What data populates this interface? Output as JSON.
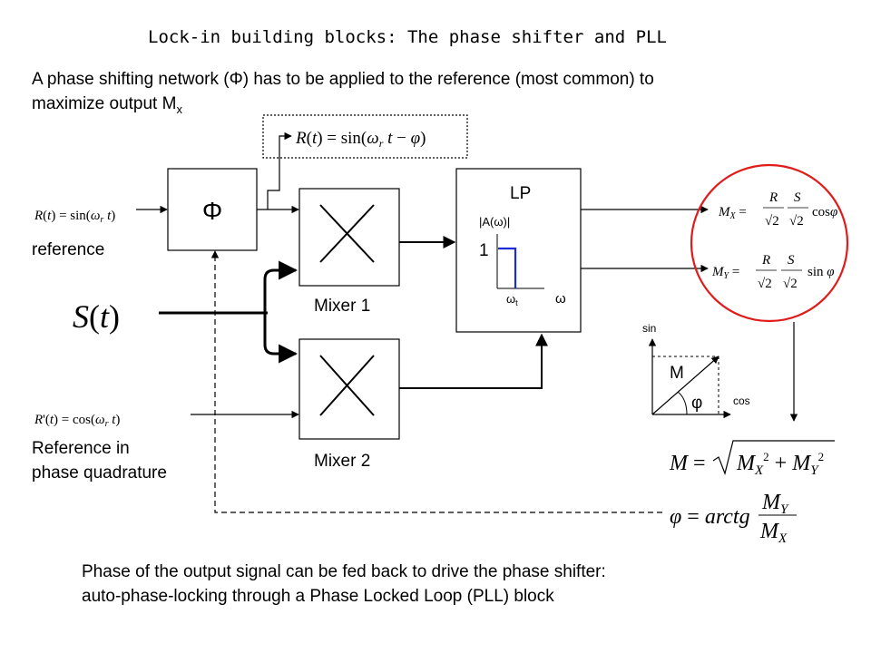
{
  "title": "Lock-in building blocks: The phase shifter and PLL",
  "intro": {
    "line1": "A phase shifting network (Φ) has to be applied to the reference (most common) to",
    "line2_text": "maximize output M",
    "line2_sub": "x"
  },
  "blocks": {
    "phase_shifter": "Φ",
    "mixer1": "Mixer 1",
    "mixer2": "Mixer 2",
    "lowpass": "LP",
    "lp_axis_y": "|A(ω)|",
    "lp_one": "1",
    "lp_cutoff": "ω",
    "lp_cutoff_sub": "t",
    "lp_axis_x": "ω"
  },
  "inputs": {
    "reference_eq": "R(t) = sin(ω_r t)",
    "reference_label": "reference",
    "signal_eq": "S(t)",
    "quadrature_eq": "R'(t) = cos(ω_r t)",
    "quadrature_label_1": "Reference in",
    "quadrature_label_2": "phase quadrature",
    "shifted_ref_eq": "R(t) = sin(ω_r t − φ)"
  },
  "outputs": {
    "mx_eq": "M_X = R/√2 · S/√2 · cos φ",
    "my_eq": "M_Y = R/√2 · S/√2 · sin φ",
    "magnitude_eq": "M = √(M_X² + M_Y²)",
    "phase_eq": "φ = arctg(M_Y / M_X)"
  },
  "phasor": {
    "axis_y": "sin",
    "axis_x": "cos",
    "vector": "M",
    "angle": "φ"
  },
  "footer": {
    "line1": "Phase of the output signal can be fed back to drive the phase shifter:",
    "line2": "auto-phase-locking through a Phase Locked Loop (PLL) block"
  }
}
